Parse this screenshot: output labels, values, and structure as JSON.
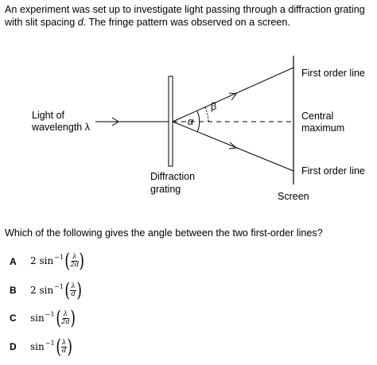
{
  "intro": {
    "part1": "An experiment was set up to investigate light passing through a diffraction grating with slit spacing ",
    "d": "d",
    "part2": ". The fringe pattern was observed on a screen."
  },
  "diagram": {
    "light_label_1": "Light of",
    "light_label_2": "wavelength λ",
    "grating_label_1": "Diffraction",
    "grating_label_2": "grating",
    "screen_label": "Screen",
    "first_order_top": "First order line",
    "central_1": "Central",
    "central_2": "maximum",
    "first_order_bottom": "First order line",
    "alpha": "α",
    "beta": "β"
  },
  "question": "Which of the following gives the angle between the two first-order lines?",
  "options": [
    {
      "letter": "A",
      "coef": "2",
      "func": "sin",
      "exp": "−1",
      "num": "λ",
      "den": "2d"
    },
    {
      "letter": "B",
      "coef": "2",
      "func": "sin",
      "exp": "−1",
      "num": "λ",
      "den": "d"
    },
    {
      "letter": "C",
      "coef": "",
      "func": "sin",
      "exp": "−1",
      "num": "λ",
      "den": "2d"
    },
    {
      "letter": "D",
      "coef": "",
      "func": "sin",
      "exp": "−1",
      "num": "λ",
      "den": "d"
    }
  ]
}
